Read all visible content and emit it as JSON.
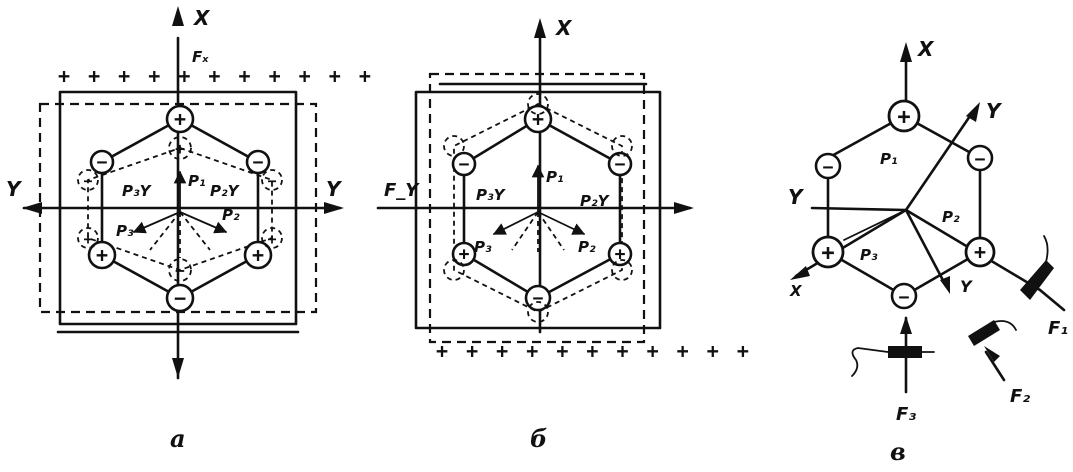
{
  "panels": [
    {
      "caption": "а",
      "axis_x": "X",
      "axis_y_left": "Y",
      "axis_y_right": "Y",
      "force": "Fₓ",
      "p1": "P₁",
      "p2": "P₂",
      "p3": "P₃",
      "p2y": "P₂Y",
      "p3y": "P₃Y",
      "plus_row": "+ + + + + + + + + + +"
    },
    {
      "caption": "б",
      "axis_x": "X",
      "force": "F_Y",
      "p1": "P₁",
      "p2": "P₂",
      "p3": "P₃",
      "p2y": "P₂Y",
      "p3y": "P₃Y",
      "plus_row": "+ + + + + + + + + + +"
    },
    {
      "caption": "в",
      "axis_x_top": "X",
      "axis_y_top": "Y",
      "axis_y_left": "Y",
      "axis_y_bottom": "Y",
      "axis_x_bottom": "X",
      "p1": "P₁",
      "p2": "P₂",
      "p3": "P₃",
      "f1": "F₁",
      "f2": "F₂",
      "f3": "F₃"
    }
  ],
  "signs": {
    "plus": "+",
    "minus": "−"
  }
}
